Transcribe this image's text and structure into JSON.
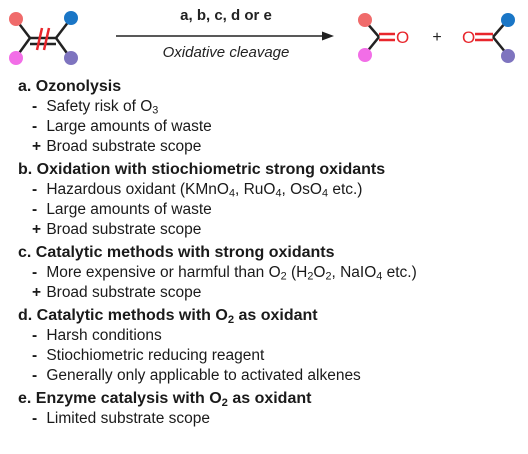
{
  "scheme": {
    "reagents": "a, b, c, d or e",
    "conditions": "Oxidative cleavage",
    "plus": "+",
    "oxygen_left": "O",
    "oxygen_right": "O",
    "colors": {
      "red_substituent": "#f06b6b",
      "blue_substituent": "#1a76c6",
      "magenta_substituent": "#f26ee7",
      "purple_substituent": "#7e74bf",
      "bond_red": "#e8262c"
    }
  },
  "methods": [
    {
      "label": "a. Ozonolysis",
      "items": [
        {
          "sym": "-",
          "parts": [
            {
              "t": "Safety risk of O"
            },
            {
              "sub": "3"
            }
          ]
        },
        {
          "sym": "-",
          "parts": [
            {
              "t": "Large amounts of waste"
            }
          ]
        },
        {
          "sym": "+",
          "parts": [
            {
              "t": "Broad substrate scope"
            }
          ]
        }
      ]
    },
    {
      "label": "b. Oxidation with stiochiometric strong oxidants",
      "items": [
        {
          "sym": "-",
          "parts": [
            {
              "t": "Hazardous oxidant (KMnO"
            },
            {
              "sub": "4"
            },
            {
              "t": ", RuO"
            },
            {
              "sub": "4"
            },
            {
              "t": ", OsO"
            },
            {
              "sub": "4"
            },
            {
              "t": " etc.)"
            }
          ]
        },
        {
          "sym": "-",
          "parts": [
            {
              "t": "Large amounts of waste"
            }
          ]
        },
        {
          "sym": "+",
          "parts": [
            {
              "t": "Broad substrate scope"
            }
          ]
        }
      ]
    },
    {
      "label": "c. Catalytic methods with strong oxidants",
      "items": [
        {
          "sym": "-",
          "parts": [
            {
              "t": "More expensive or harmful than O"
            },
            {
              "sub": "2"
            },
            {
              "t": " (H"
            },
            {
              "sub": "2"
            },
            {
              "t": "O"
            },
            {
              "sub": "2"
            },
            {
              "t": ", NaIO"
            },
            {
              "sub": "4"
            },
            {
              "t": " etc.)"
            }
          ]
        },
        {
          "sym": "+",
          "parts": [
            {
              "t": "Broad substrate scope"
            }
          ]
        }
      ]
    },
    {
      "label_parts": [
        {
          "t": "d. Catalytic methods with O"
        },
        {
          "sub": "2"
        },
        {
          "t": " as oxidant"
        }
      ],
      "items": [
        {
          "sym": "-",
          "parts": [
            {
              "t": "Harsh conditions"
            }
          ]
        },
        {
          "sym": "-",
          "parts": [
            {
              "t": "Stiochiometric reducing reagent"
            }
          ]
        },
        {
          "sym": "-",
          "parts": [
            {
              "t": "Generally only applicable to activated alkenes"
            }
          ]
        }
      ]
    },
    {
      "label_parts": [
        {
          "t": "e. Enzyme catalysis with O"
        },
        {
          "sub": "2"
        },
        {
          "t": " as oxidant"
        }
      ],
      "items": [
        {
          "sym": "-",
          "parts": [
            {
              "t": "Limited substrate scope"
            }
          ]
        }
      ]
    }
  ]
}
